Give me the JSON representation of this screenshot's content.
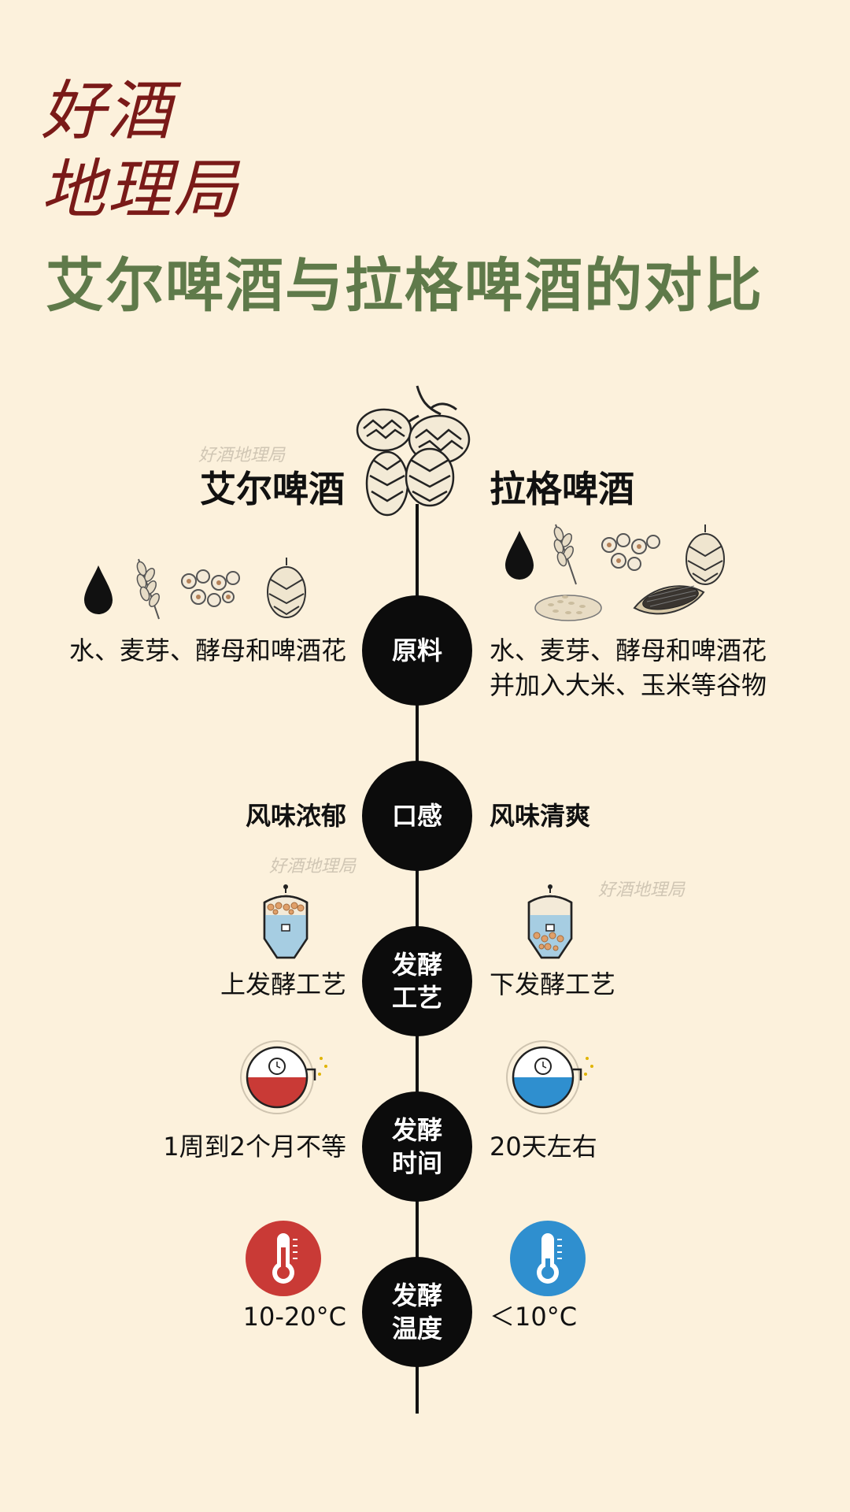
{
  "brand": {
    "line1": "好酒",
    "line2": "地理局"
  },
  "title": "艾尔啤酒与拉格啤酒的对比",
  "columns": {
    "left": "艾尔啤酒",
    "right": "拉格啤酒"
  },
  "watermark": "好酒地理局",
  "rows": [
    {
      "node": [
        "原料"
      ],
      "left": "水、麦芽、酵母和啤酒花",
      "right": [
        "水、麦芽、酵母和啤酒花",
        "并加入大米、玉米等谷物"
      ]
    },
    {
      "node": [
        "口感"
      ],
      "left": "风味浓郁",
      "right": "风味清爽"
    },
    {
      "node": [
        "发酵",
        "工艺"
      ],
      "left": "上发酵工艺",
      "right": "下发酵工艺"
    },
    {
      "node": [
        "发酵",
        "时间"
      ],
      "left": "1周到2个月不等",
      "right": "20天左右"
    },
    {
      "node": [
        "发酵",
        "温度"
      ],
      "left": "10-20°C",
      "right": "＜10°C"
    }
  ],
  "icons": {
    "hop": "hop-icon",
    "water": "water-drop-icon",
    "wheat": "wheat-icon",
    "yeast": "yeast-icon",
    "rice": "rice-icon",
    "corn": "corn-icon",
    "tank": "fermentation-tank-icon",
    "timer": "timer-icon",
    "thermometer": "thermometer-icon"
  },
  "colors": {
    "background": "#fcf1dc",
    "brand": "#7a1a18",
    "title": "#5f7a4a",
    "warm": "#c93a36",
    "cool": "#2f8fcf",
    "node": "#0c0c0c"
  }
}
